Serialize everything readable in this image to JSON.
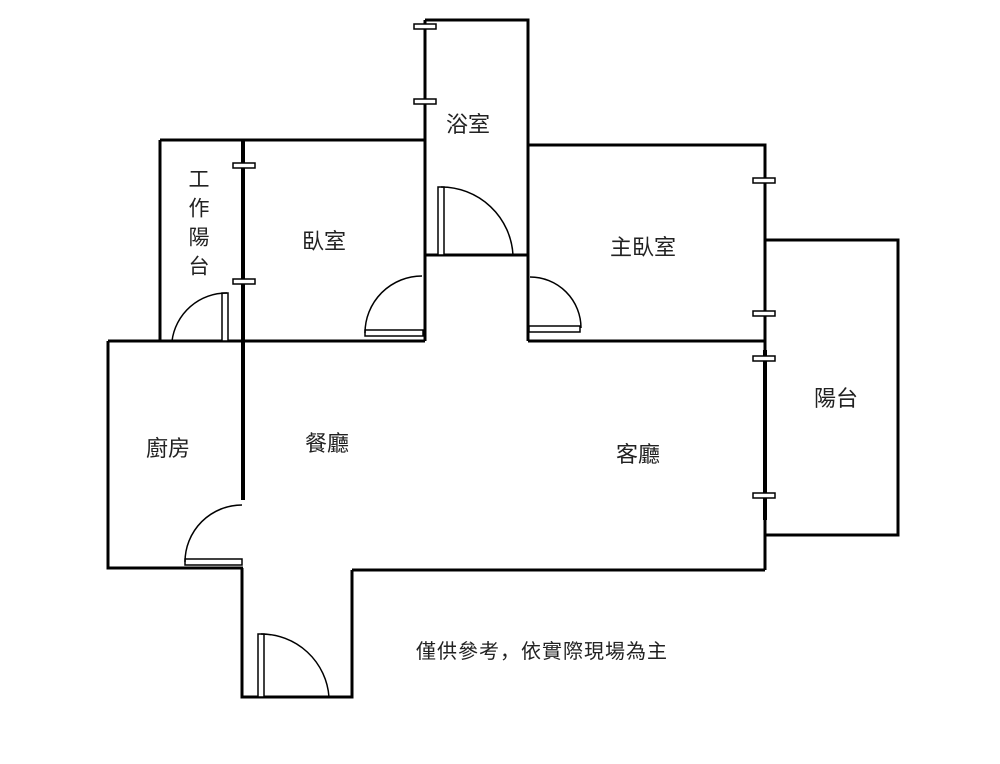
{
  "rooms": {
    "bathroom": "浴室",
    "bedroom": "臥室",
    "master_bedroom": "主臥室",
    "work_balcony": "工作陽台",
    "kitchen": "廚房",
    "dining_room": "餐廳",
    "living_room": "客廳",
    "balcony": "陽台"
  },
  "note": "僅供參考，依實際現場為主",
  "colors": {
    "wall": "#000000",
    "background": "#ffffff"
  }
}
